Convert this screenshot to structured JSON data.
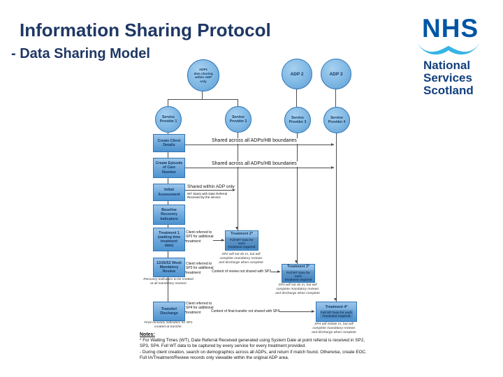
{
  "slide": {
    "title": "Information Sharing Protocol",
    "subtitle": "- Data Sharing Model"
  },
  "logo": {
    "nhs": "NHS",
    "org": "National\nServices\nScotland",
    "swoosh_color": "#35B4E5",
    "nhs_color": "#0055A4",
    "org_color": "#12407F"
  },
  "colors": {
    "title_navy": "#1F3864",
    "box_border": "#2E74B5",
    "box_fill": "#6BA6DB",
    "circle_fill": "#7FB8E4",
    "line": "#4d4d4d"
  },
  "circles": {
    "adp1": "ADP1\ndata sharing\nwithin ADP\nonly",
    "adp2": "ADP 2",
    "adp3": "ADP 3",
    "sp1": "Service\nProvider 1",
    "sp2": "Service\nProvider 2",
    "sp3": "Service\nProvider 3",
    "sp4": "Service\nProvider 4"
  },
  "boxes": {
    "create_client": "Create Client\nDetails",
    "episode": "Create Episode\nof Care\nNumber",
    "initial": "Initial\nAssessment",
    "baseline": "Baseline\nRecovery\nIndicators",
    "treatment1": "Treatment 1\n(waiting time\ntreatment\ndate)",
    "review": "12/26/52 Week\nMandatory\nReview",
    "transfer": "Transfer/\nDischarge",
    "treatment2_title": "Treatment 2*",
    "treatment2_sub": "Full WT Data for each\ntreatment required",
    "treatment3_title": "Treatment 3*",
    "treatment3_sub": "Full WT Data for each\ntreatment required",
    "treatment4_title": "Treatment 4*",
    "treatment4_sub": "Full WT Data for each\nTreatment required"
  },
  "labels": {
    "shared_all_1": "Shared across all ADPs/HB boundaries",
    "shared_all_2": "Shared across all ADPs/HB boundaries",
    "shared_adp_only": "Shared within ADP only",
    "wt_starts": "WT Starts with Date Referral\nReceived by the service",
    "ref_sp2": "Client referred to\nSP2 for additional\ntreatment",
    "ref_sp3": "Client referred to\nSP3 for additional\ntreatment",
    "ref_sp4": "Client referred to\nSP4 for additional\ntreatment",
    "content_review": "Content of review not shared with SP3",
    "content_transfer": "Content of final transfer not shared with SP4",
    "note_t2": "SP2 will not do IA, but will\ncomplete mandatory reviews\nand discharge when complete",
    "note_t3": "SP3 will not do IA, but will\ncomplete mandatory reviews\nand discharge when complete",
    "note_t4": "SP4 will initiate IA, but will\ncomplete mandatory reviews\nand discharge when complete",
    "note_review": "Recovery indicators to be created\nat all mandatory reviews",
    "note_transfer": "Final recovery indicators for SP1\ncreated at transfer."
  },
  "notes": {
    "heading": "Notes:",
    "line1": "* For Waiting Times (WT), Date Referral Received generated using System Date at point referral is received in SP2, SP3, SP4. Full WT data to be captured by every service for every treatment provided.",
    "line2": "- During client creation, search on demographics across all ADPs, and return if match found. Otherwise, create EOC. Full IA/Treatment/Review records only viewable within the original ADP area."
  }
}
